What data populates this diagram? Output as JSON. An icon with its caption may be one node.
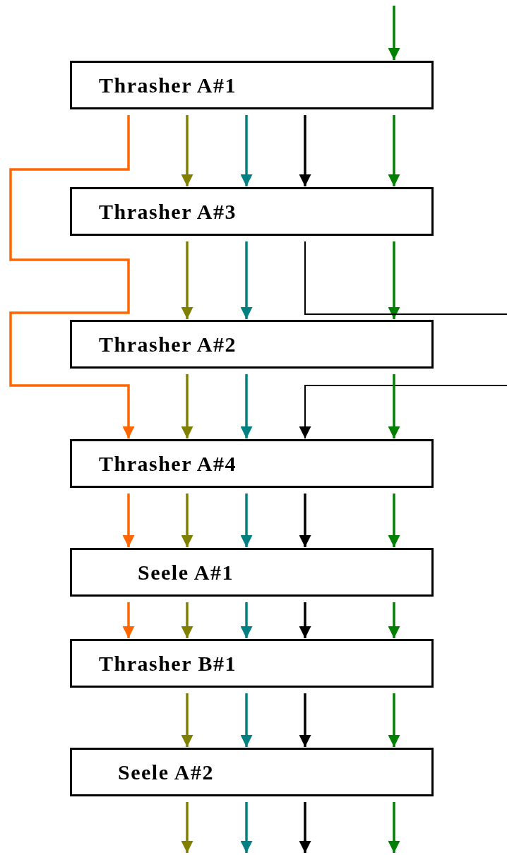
{
  "diagram": {
    "nodes": [
      {
        "text": [
          "Thrasher A#1"
        ]
      },
      {
        "text": [
          "Thrasher A#3"
        ]
      },
      {
        "text": [
          "Thrasher A#2"
        ]
      },
      {
        "text": [
          "Thrasher A#4"
        ]
      },
      {
        "text": [
          "Seele A#1"
        ]
      },
      {
        "text": [
          "Thrasher B#1"
        ]
      },
      {
        "text": [
          "Seele A#2"
        ]
      }
    ],
    "edges": [
      {
        "from": null,
        "to": 0,
        "arrow": "to",
        "color": "#008000"
      },
      {
        "from": 0,
        "to": 1,
        "arrow": "to",
        "color": "#808000"
      },
      {
        "from": 0,
        "to": 1,
        "arrow": "to",
        "color": "#008080"
      },
      {
        "from": 0,
        "to": 1,
        "arrow": "to",
        "color": "#000000"
      },
      {
        "from": 0,
        "to": 1,
        "arrow": "to",
        "color": "#008000"
      },
      {
        "from": 0,
        "to": 3,
        "arrow": "to",
        "color": "#ff6600"
      },
      {
        "from": 1,
        "to": 2,
        "arrow": "to",
        "color": "#808000"
      },
      {
        "from": 1,
        "to": 2,
        "arrow": "to",
        "color": "#008080"
      },
      {
        "from": 1,
        "to": 2,
        "arrow": "to",
        "color": "#008000"
      },
      {
        "from": 1,
        "to": null,
        "arrow": "none",
        "color": "#000000"
      },
      {
        "from": null,
        "to": 3,
        "arrow": "to",
        "color": "#000000"
      },
      {
        "from": 2,
        "to": 3,
        "arrow": "to",
        "color": "#808000"
      },
      {
        "from": 2,
        "to": 3,
        "arrow": "to",
        "color": "#008080"
      },
      {
        "from": 2,
        "to": 3,
        "arrow": "to",
        "color": "#008000"
      },
      {
        "from": 3,
        "to": 4,
        "arrow": "to",
        "color": "#ff6600"
      },
      {
        "from": 3,
        "to": 4,
        "arrow": "to",
        "color": "#808000"
      },
      {
        "from": 3,
        "to": 4,
        "arrow": "to",
        "color": "#008080"
      },
      {
        "from": 3,
        "to": 4,
        "arrow": "to",
        "color": "#000000"
      },
      {
        "from": 3,
        "to": 4,
        "arrow": "to",
        "color": "#008000"
      },
      {
        "from": 4,
        "to": 5,
        "arrow": "to",
        "color": "#ff6600"
      },
      {
        "from": 4,
        "to": 5,
        "arrow": "to",
        "color": "#808000"
      },
      {
        "from": 4,
        "to": 5,
        "arrow": "to",
        "color": "#008080"
      },
      {
        "from": 4,
        "to": 5,
        "arrow": "to",
        "color": "#000000"
      },
      {
        "from": 4,
        "to": 5,
        "arrow": "to",
        "color": "#008000"
      },
      {
        "from": 5,
        "to": 6,
        "arrow": "to",
        "color": "#808000"
      },
      {
        "from": 5,
        "to": 6,
        "arrow": "to",
        "color": "#008080"
      },
      {
        "from": 5,
        "to": 6,
        "arrow": "to",
        "color": "#000000"
      },
      {
        "from": 5,
        "to": 6,
        "arrow": "to",
        "color": "#008000"
      },
      {
        "from": 6,
        "to": null,
        "arrow": "to",
        "color": "#808000"
      },
      {
        "from": 6,
        "to": null,
        "arrow": "to",
        "color": "#008080"
      },
      {
        "from": 6,
        "to": null,
        "arrow": "to",
        "color": "#000000"
      },
      {
        "from": 6,
        "to": null,
        "arrow": "to",
        "color": "#008000"
      }
    ]
  }
}
